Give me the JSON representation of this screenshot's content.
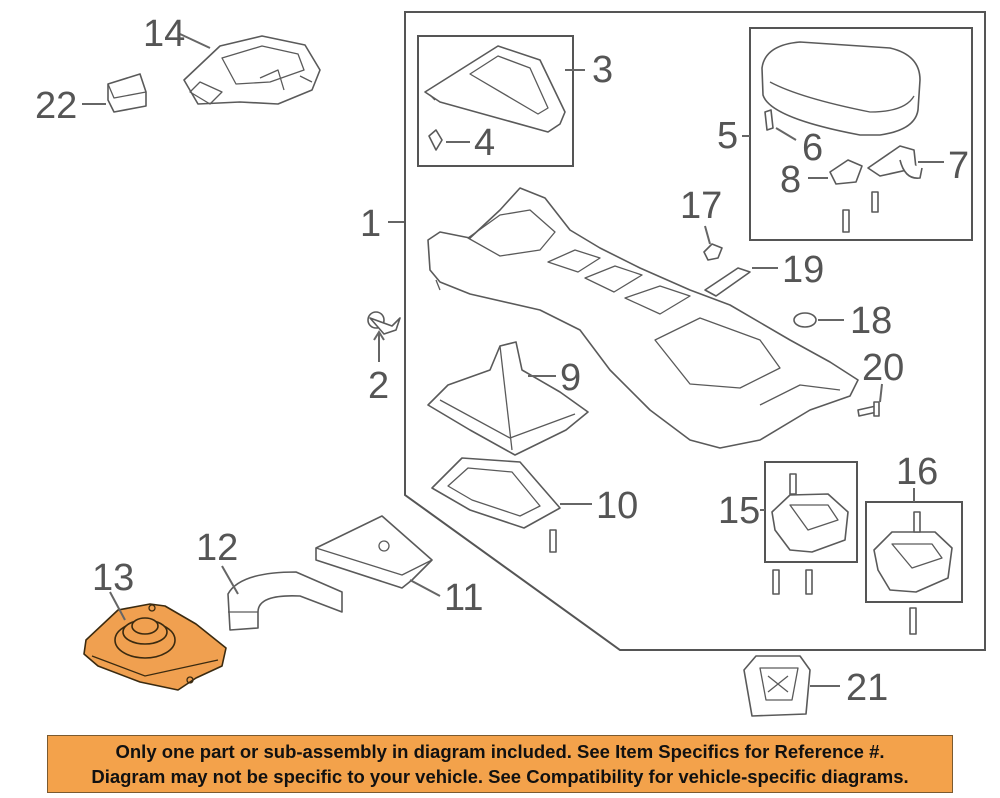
{
  "callouts": {
    "n1": "1",
    "n2": "2",
    "n3": "3",
    "n4": "4",
    "n5": "5",
    "n6": "6",
    "n7": "7",
    "n8": "8",
    "n9": "9",
    "n10": "10",
    "n11": "11",
    "n12": "12",
    "n13": "13",
    "n14": "14",
    "n15": "15",
    "n16": "16",
    "n17": "17",
    "n18": "18",
    "n19": "19",
    "n20": "20",
    "n21": "21",
    "n22": "22"
  },
  "highlight_color": "#f0a050",
  "banner": {
    "line1": "Only one part or sub-assembly in diagram included. See Item Specifics for Reference #.",
    "line2": "Diagram may not be specific to your vehicle. See Compatibility for vehicle-specific diagrams."
  }
}
